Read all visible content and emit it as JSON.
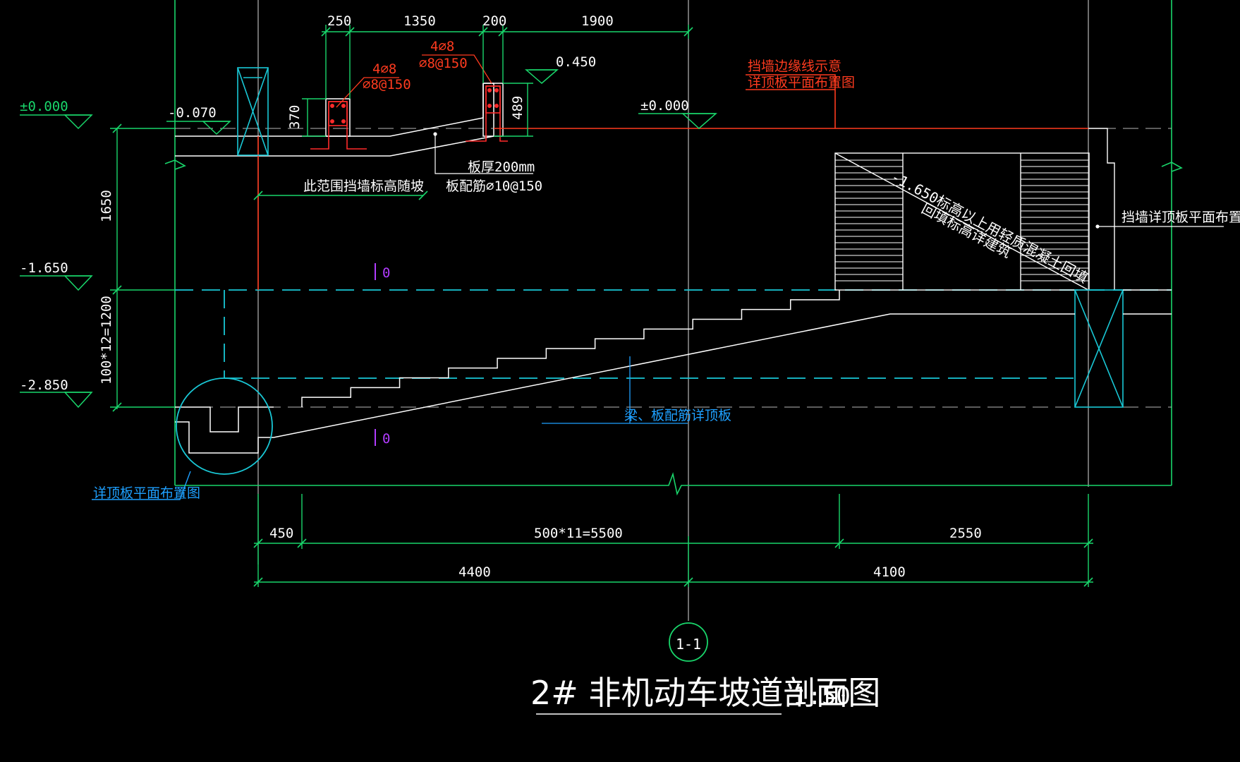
{
  "colors": {
    "background": "#000000",
    "dimension": "#19d66b",
    "section_line": "#ffffff",
    "reinforcement": "#ff2a2a",
    "annotation_red": "#ff3b1f",
    "hidden_line": "#19c8d6",
    "note_blue": "#1ea0ff",
    "grid_line": "#b8b8b8",
    "marker_purple": "#b23cff"
  },
  "drawing": {
    "title": "2# 非机动车坡道剖面图",
    "scale": "1:50",
    "section_marker": "1-1"
  },
  "elevations": {
    "pm_000_left": "±0.000",
    "neg_0070": "-0.070",
    "pos_0450": "0.450",
    "pm_000_mid": "±0.000",
    "neg_1650": "-1.650",
    "neg_2850": "-2.850"
  },
  "dimensions": {
    "top": [
      "250",
      "1350",
      "200",
      "1900"
    ],
    "h370": "370",
    "h489": "489",
    "v1650": "1650",
    "v1200": "100*12=1200",
    "bottom_row1": [
      "450",
      "500*11=5500",
      "2550"
    ],
    "bottom_row2": [
      "4400",
      "4100"
    ]
  },
  "annotations": {
    "rebar1_main": "4⌀8",
    "rebar1_stirrup": "⌀8@150",
    "rebar2_main": "4⌀8",
    "rebar2_stirrup": "⌀8@150",
    "slab_thickness": "板厚200mm",
    "slab_rebar": "板配筋⌀10@150",
    "range_note": "此范围挡墙标高随坡",
    "retaining_wall_note": "挡墙边缘线示意",
    "retaining_wall_detail": "详顶板平面布置图",
    "right_callout": "挡墙详顶板平面布置图",
    "stair_note_1": "-1.650标高以上用轻质混凝土回填",
    "stair_note_2": "回填标高详建筑",
    "ramp_note": "梁、板配筋详顶板",
    "circle_callout": "详顶板平面布置图",
    "marker_top": "0",
    "marker_bottom": "0"
  }
}
